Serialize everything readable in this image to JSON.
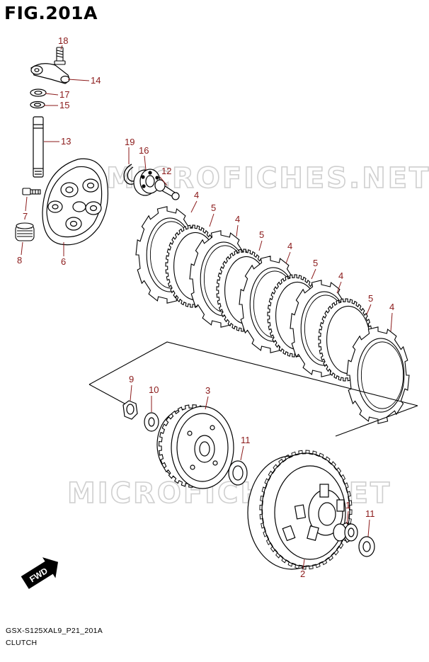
{
  "figure": {
    "title": "FIG.201A",
    "code": "GSX-S125XAL9_P21_201A",
    "name": "CLUTCH"
  },
  "watermark": {
    "text": "MICROFICHES.NET",
    "color": "#d0d0d0"
  },
  "direction_badge": {
    "text": "FWD"
  },
  "callout_color": "#8b1a1a",
  "callouts": [
    {
      "id": "c18",
      "label": "18",
      "part": "bolt"
    },
    {
      "id": "c14",
      "label": "14",
      "part": "release-arm"
    },
    {
      "id": "c17",
      "label": "17",
      "part": "washer"
    },
    {
      "id": "c15",
      "label": "15",
      "part": "washer"
    },
    {
      "id": "c13",
      "label": "13",
      "part": "release-shaft"
    },
    {
      "id": "c19",
      "label": "19",
      "part": "circlip"
    },
    {
      "id": "c16",
      "label": "16",
      "part": "bearing"
    },
    {
      "id": "c12",
      "label": "12",
      "part": "push-piece"
    },
    {
      "id": "c7",
      "label": "7",
      "part": "bolt"
    },
    {
      "id": "c8",
      "label": "8",
      "part": "spring"
    },
    {
      "id": "c6",
      "label": "6",
      "part": "pressure-plate"
    },
    {
      "id": "c4a",
      "label": "4",
      "part": "drive-plate"
    },
    {
      "id": "c5a",
      "label": "5",
      "part": "driven-plate"
    },
    {
      "id": "c4b",
      "label": "4",
      "part": "drive-plate"
    },
    {
      "id": "c5b",
      "label": "5",
      "part": "driven-plate"
    },
    {
      "id": "c4c",
      "label": "4",
      "part": "drive-plate"
    },
    {
      "id": "c5c",
      "label": "5",
      "part": "driven-plate"
    },
    {
      "id": "c4d",
      "label": "4",
      "part": "drive-plate"
    },
    {
      "id": "c5d",
      "label": "5",
      "part": "driven-plate"
    },
    {
      "id": "c4e",
      "label": "4",
      "part": "drive-plate"
    },
    {
      "id": "c9",
      "label": "9",
      "part": "nut"
    },
    {
      "id": "c10",
      "label": "10",
      "part": "washer"
    },
    {
      "id": "c3",
      "label": "3",
      "part": "clutch-hub"
    },
    {
      "id": "c11a",
      "label": "11",
      "part": "thrust-washer"
    },
    {
      "id": "c1",
      "label": "1",
      "part": "spacer"
    },
    {
      "id": "c11b",
      "label": "11",
      "part": "thrust-washer"
    },
    {
      "id": "c2",
      "label": "2",
      "part": "primary-driven-gear"
    }
  ]
}
